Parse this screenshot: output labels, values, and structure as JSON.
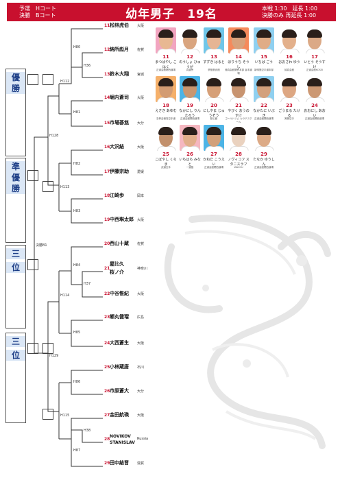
{
  "header": {
    "left_line1": "予選　Hコート",
    "left_line2": "決勝　Bコート",
    "title": "幼年男子　19名",
    "right_line1": "本戦 1:30　延長 1:00",
    "right_line2": "決勝のみ 再延長 1:00"
  },
  "ranks": [
    {
      "label": "優"
    },
    {
      "label": "勝"
    },
    {
      "label": "準"
    },
    {
      "label": "優"
    },
    {
      "label": "勝"
    },
    {
      "label": "三"
    },
    {
      "label": "位"
    },
    {
      "label": "三"
    },
    {
      "label": "位"
    }
  ],
  "codes": {
    "h80": "H80",
    "h36": "H36",
    "h112": "H112",
    "h81": "H81",
    "h128": "H128",
    "h82": "H82",
    "h113": "H113",
    "h83": "H83",
    "final": "決勝B1",
    "h84": "H84",
    "h37": "H37",
    "h114": "H114",
    "h85": "H85",
    "h129": "H129",
    "h86": "H86",
    "h115": "H115",
    "h38": "H38",
    "h87": "H87"
  },
  "entries": [
    {
      "num": "11",
      "name": "松林虎伯",
      "pref": "大阪"
    },
    {
      "num": "12",
      "name": "納所彪月",
      "pref": "佐賀"
    },
    {
      "num": "13",
      "name": "鈴木大翔",
      "pref": "宮城"
    },
    {
      "num": "14",
      "name": "堀内蒼司",
      "pref": "大阪"
    },
    {
      "num": "15",
      "name": "市場碁悠",
      "pref": "大分"
    },
    {
      "num": "16",
      "name": "大沢結",
      "pref": "大阪"
    },
    {
      "num": "17",
      "name": "伊藤宗助",
      "pref": "愛媛"
    },
    {
      "num": "18",
      "name": "江崎歩",
      "pref": "岡本"
    },
    {
      "num": "19",
      "name": "中西琳太郎",
      "pref": "大阪"
    },
    {
      "num": "20",
      "name": "西山十蔵",
      "pref": "佐賀"
    },
    {
      "num": "21",
      "name": "屋比久",
      "name2": "桜ノ介",
      "pref": "神奈川"
    },
    {
      "num": "22",
      "name": "中谷惟紀",
      "pref": "大阪"
    },
    {
      "num": "23",
      "name": "郷丸健瑠",
      "pref": "広島"
    },
    {
      "num": "24",
      "name": "大西蒼生",
      "pref": "大阪"
    },
    {
      "num": "25",
      "name": "小林蔵唐",
      "pref": "石川"
    },
    {
      "num": "26",
      "name": "市原蒼大",
      "pref": "大分"
    },
    {
      "num": "27",
      "name": "金田航瑛",
      "pref": "大阪"
    },
    {
      "num": "28",
      "name": "NOVIKOV",
      "name2": "STANISLAV",
      "pref": "Russia"
    },
    {
      "num": "29",
      "name": "田中結晋",
      "pref": "滋賀"
    }
  ],
  "photos": [
    {
      "num": "11",
      "kana": "まつばやし こはく",
      "dojo": "正道会館関西道場"
    },
    {
      "num": "12",
      "kana": "のうしょ ひゅうが",
      "dojo": "真道會"
    },
    {
      "num": "13",
      "kana": "すずき はると",
      "dojo": "夢塾蒼武館"
    },
    {
      "num": "14",
      "name_kana": "",
      "kana": "ほりうち そうし",
      "dojo": "極真会館関西本部 倉本道場"
    },
    {
      "num": "15",
      "kana": "いちば ごう",
      "dojo": "新明塾空手道本部"
    },
    {
      "num": "16",
      "kana": "おおさわ ゆう",
      "dojo": "誠真会館"
    },
    {
      "num": "17",
      "kana": "いとう そうすけ",
      "dojo": "正道会館KOSEI"
    },
    {
      "num": "18",
      "kana": "えさき あゆむ",
      "dojo": "志伸会極真空手道"
    },
    {
      "num": "19",
      "kana": "なかにし りんたろう",
      "dojo": "正道会館関西道場"
    },
    {
      "num": "20",
      "kana": "にしやま じゅうぞう",
      "dojo": "藤心館"
    },
    {
      "num": "21",
      "kana": "やびく おうのすけ",
      "dojo": "ゴールドジム カラテスクール"
    },
    {
      "num": "22",
      "kana": "なかたに いぶき",
      "dojo": "正道会館関西道場"
    },
    {
      "num": "23",
      "kana": "ごうまる たける",
      "dojo": "実戦空手"
    },
    {
      "num": "24",
      "kana": "おおにし あおい",
      "dojo": "正道会館関西道場"
    },
    {
      "num": "25",
      "kana": "こばやし くらま",
      "dojo": "武道空手"
    },
    {
      "num": "26",
      "kana": "いちはら みなと",
      "dojo": "一道塾"
    },
    {
      "num": "27",
      "kana": "かねだ こうえい",
      "dojo": "正道会館関西道場"
    },
    {
      "num": "28",
      "kana": "ノヴィコフ スタニスラフ",
      "dojo": "WACCU"
    },
    {
      "num": "29",
      "kana": "たなか ゆうしん",
      "dojo": "正道会館関西道場"
    }
  ]
}
